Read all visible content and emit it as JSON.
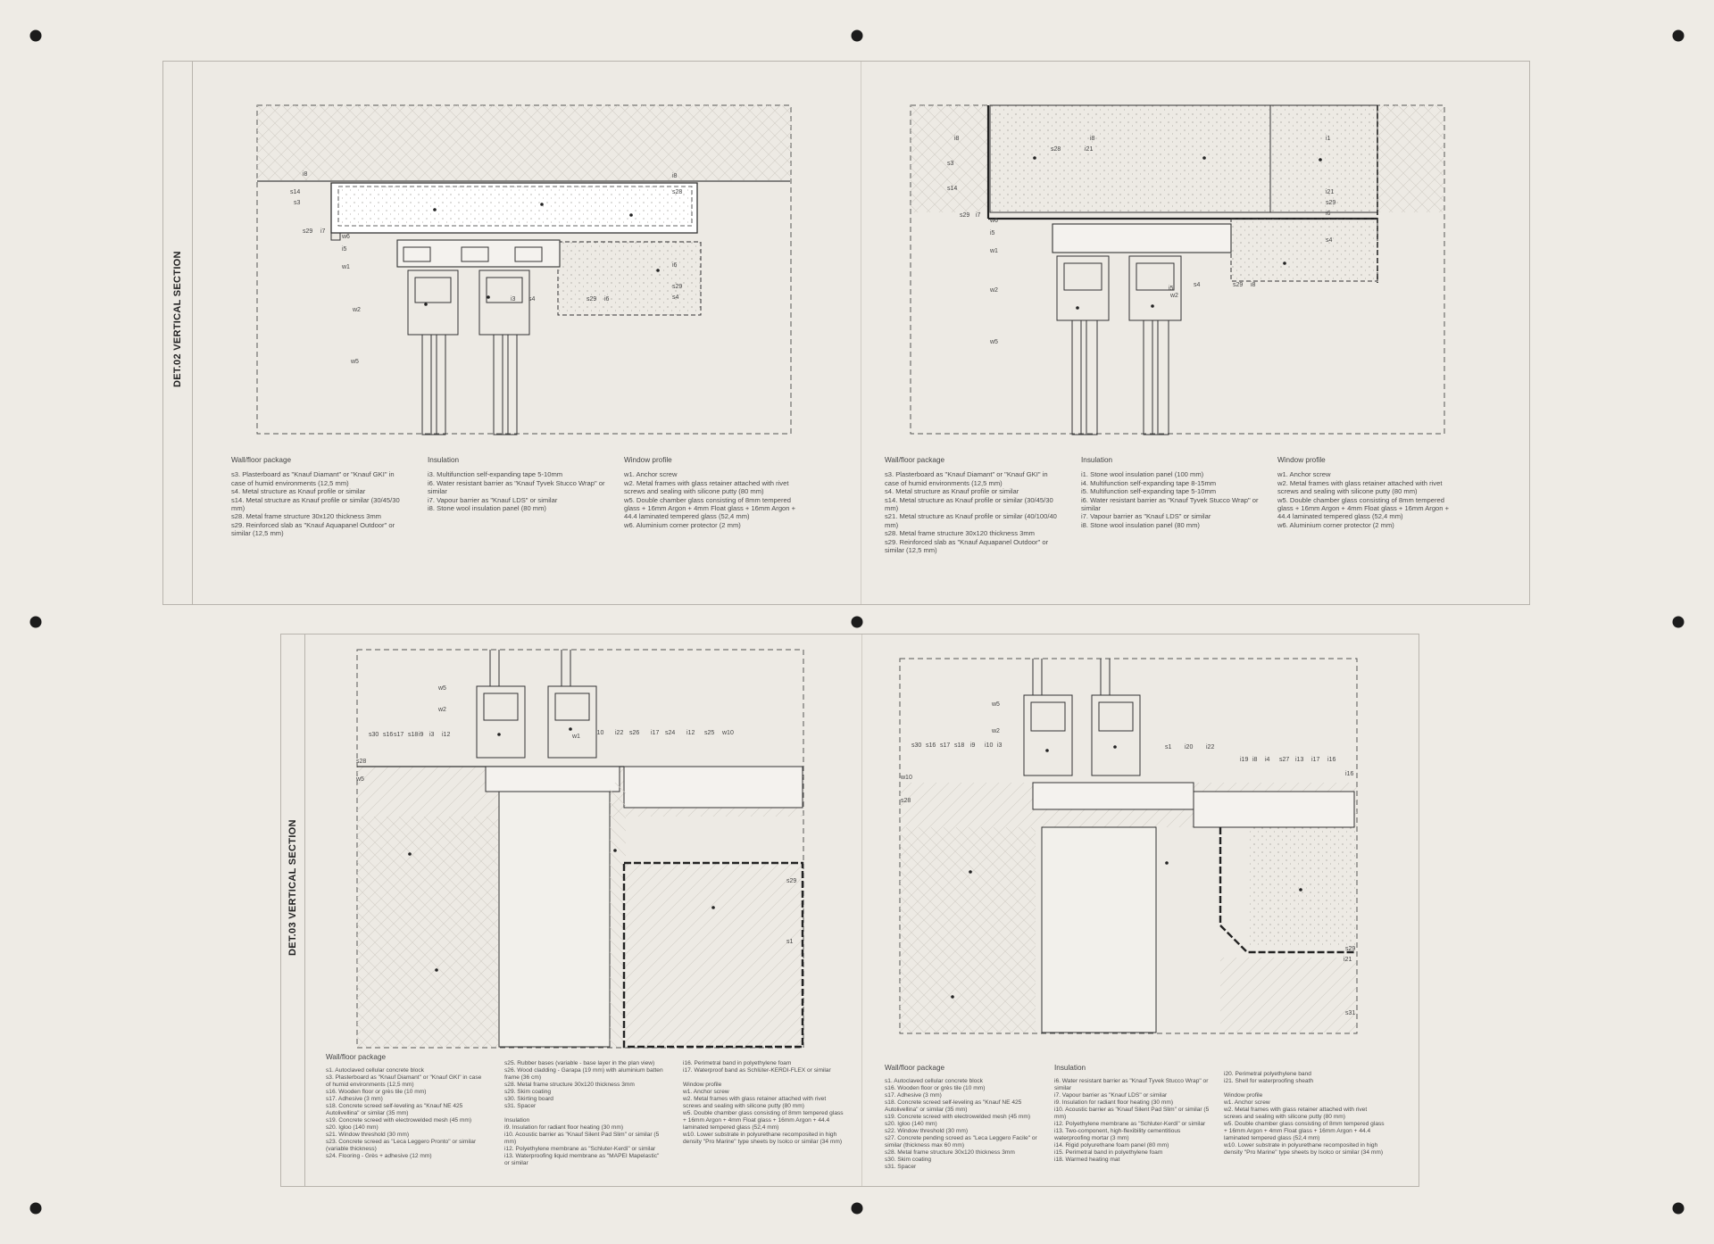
{
  "sheets": [
    {
      "title": "DET.02 VERTICAL SECTION",
      "drawings": [
        {
          "labels": [
            "i8",
            "s14",
            "s3",
            "s29",
            "i7",
            "w6",
            "i5",
            "w1",
            "w2",
            "w5",
            "i3",
            "s4",
            "s29",
            "i6",
            "i8",
            "s28",
            "i6",
            "s29",
            "s4"
          ],
          "legend": [
            {
              "heading": "Wall/floor package",
              "items": [
                "s3.    Plasterboard as \"Knauf Diamant\" or \"Knauf GKI\" in case of humid environments (12,5 mm)",
                "s4.    Metal structure as Knauf profile or similar",
                "s14.   Metal structure as Knauf profile or similar (30/45/30 mm)",
                "s28.   Metal frame structure 30x120 thickness 3mm",
                "s29.   Reinforced slab as \"Knauf Aquapanel Outdoor\" or similar (12,5 mm)"
              ]
            },
            {
              "heading": "Insulation",
              "items": [
                "i3.    Multifunction self-expanding tape 5-10mm",
                "i6.    Water resistant barrier as \"Knauf Tyvek Stucco Wrap\" or similar",
                "i7.    Vapour barrier as \"Knauf LDS\" or similar",
                "i8.    Stone wool insulation panel (80 mm)"
              ]
            },
            {
              "heading": "Window profile",
              "items": [
                "w1.    Anchor screw",
                "w2.    Metal frames with glass retainer attached with rivet screws and sealing with silicone putty (80 mm)",
                "w5.    Double chamber glass consisting of 8mm tempered glass + 16mm Argon + 4mm Float glass + 16mm Argon + 44.4 laminated tempered glass (52,4 mm)",
                "w6.    Aluminium corner protector (2 mm)"
              ]
            }
          ]
        },
        {
          "labels": [
            "i8",
            "s3",
            "s14",
            "s29",
            "i7",
            "w6",
            "i5",
            "w1",
            "w2",
            "w5",
            "s28",
            "i21",
            "i8",
            "i1",
            "i21",
            "s29",
            "i6",
            "s4",
            "i5",
            "w2",
            "s4",
            "s29",
            "i8"
          ],
          "legend": [
            {
              "heading": "Wall/floor package",
              "items": [
                "s3.    Plasterboard as \"Knauf Diamant\" or \"Knauf GKI\" in case of humid environments (12,5 mm)",
                "s4.    Metal structure as Knauf profile or similar",
                "s14.   Metal structure as Knauf profile or similar (30/45/30 mm)",
                "s21.   Metal structure as Knauf profile or similar (40/100/40 mm)",
                "s28.   Metal frame structure 30x120 thickness 3mm",
                "s29.   Reinforced slab as \"Knauf Aquapanel Outdoor\" or similar (12,5 mm)"
              ]
            },
            {
              "heading": "Insulation",
              "items": [
                "i1.    Stone wool insulation panel (100 mm)",
                "i4.    Multifunction self-expanding tape 8-15mm",
                "i5.    Multifunction self-expanding tape 5-10mm",
                "i6.    Water resistant barrier as \"Knauf Tyvek Stucco Wrap\" or similar",
                "i7.    Vapour barrier as \"Knauf LDS\" or similar",
                "i8.    Stone wool insulation panel (80 mm)"
              ]
            },
            {
              "heading": "Window profile",
              "items": [
                "w1.    Anchor screw",
                "w2.    Metal frames with glass retainer attached with rivet screws and sealing with silicone putty (80 mm)",
                "w5.    Double chamber glass consisting of 8mm tempered glass + 16mm Argon + 4mm Float glass + 16mm Argon + 44.4 laminated tempered glass (52,4 mm)",
                "w6.    Aluminium corner protector (2 mm)"
              ]
            }
          ]
        }
      ]
    },
    {
      "title": "DET.03 VERTICAL SECTION",
      "drawings": [
        {
          "labels": [
            "w5",
            "w2",
            "s30",
            "s16",
            "s17",
            "s18",
            "i9",
            "i3",
            "i12",
            "w1",
            "i10",
            "i22",
            "s26",
            "i17",
            "s24",
            "i12",
            "s25",
            "w10",
            "s28",
            "w5",
            "s29",
            "s1"
          ],
          "legend": [
            {
              "heading": "Wall/floor package",
              "items": [
                "s1.    Autoclaved cellular concrete block",
                "s3.    Plasterboard as \"Knauf Diamant\" or \"Knauf GKI\" in case of humid environments (12,5 mm)",
                "s16.   Wooden floor or grès tile (10 mm)",
                "s17.   Adhesive (3 mm)",
                "s18.   Concrete screed self-leveling as \"Knauf NE 425 Autolivellina\" or similar (35 mm)",
                "s19.   Concrete screed with electrowelded mesh (45 mm)",
                "s20.   Igloo (140 mm)",
                "s21.   Window threshold (30 mm)",
                "s23.   Concrete screed as \"Leca Leggero Pronto\" or similar (variable thickness)",
                "s24.   Flooring - Grès + adhesive (12 mm)"
              ]
            },
            {
              "heading": "",
              "items": [
                "s25.   Rubber bases (variable - base layer in the plan view)",
                "s26.   Wood cladding - Garapa (19 mm) with aluminium batten frame (36 cm)",
                "s28.   Metal frame structure 30x120 thickness 3mm",
                "s29.   Skim coating",
                "s30.   Skirting board",
                "s31.   Spacer",
                "",
                "Insulation",
                "i9.    Insulation for radiant floor heating (30 mm)",
                "i10.   Acoustic barrier as \"Knauf Silent Pad Slim\" or similar (5 mm)",
                "i12.   Polyethylene membrane as \"Schluter-Kerdi\" or similar",
                "i13.   Waterproofing liquid membrane as \"MAPEI Mapelastic\" or similar"
              ]
            },
            {
              "heading": "",
              "items": [
                "i16.   Perimetral band in polyethylene foam",
                "i17.   Waterproof band as Schlüter-KERDI-FLEX or similar",
                "",
                "Window profile",
                "w1.    Anchor screw",
                "w2.    Metal frames with glass retainer attached with rivet screws and sealing with silicone putty (80 mm)",
                "w5.    Double chamber glass consisting of 8mm tempered glass + 16mm Argon + 4mm Float glass + 16mm Argon + 44.4 laminated tempered glass (52,4 mm)",
                "w10.   Lower substrate in polyurethane recomposited in high density \"Pro Marine\" type sheets by Isolco or similar (34 mm)"
              ]
            }
          ]
        },
        {
          "labels": [
            "w5",
            "w2",
            "s30",
            "s16",
            "s17",
            "s18",
            "i9",
            "i10",
            "i3",
            "s1",
            "i20",
            "i22",
            "i19",
            "i8",
            "i4",
            "s27",
            "i13",
            "i17",
            "i16",
            "w10",
            "s28",
            "i16",
            "s29",
            "i21",
            "s31"
          ],
          "legend": [
            {
              "heading": "Wall/floor package",
              "items": [
                "s1.    Autoclaved cellular concrete block",
                "s16.   Wooden floor or grès tile (10 mm)",
                "s17.   Adhesive (3 mm)",
                "s18.   Concrete screed self-leveling as \"Knauf NE 425 Autolivellina\" or similar (35 mm)",
                "s19.   Concrete screed with electrowelded mesh (45 mm)",
                "s20.   Igloo (140 mm)",
                "s22.   Window threshold (30 mm)",
                "s27.   Concrete pending screed as \"Leca Leggero Facile\" or similar (thickness max 60 mm)",
                "s28.   Metal frame structure 30x120 thickness 3mm",
                "s30.   Skim coating",
                "s31.   Spacer"
              ]
            },
            {
              "heading": "Insulation",
              "items": [
                "i6.    Water resistant barrier as \"Knauf Tyvek Stucco Wrap\" or similar",
                "i7.    Vapour barrier as \"Knauf LDS\" or similar",
                "i9.    Insulation for radiant floor heating (30 mm)",
                "i10.   Acoustic barrier as \"Knauf Silent Pad Slim\" or similar (5 mm)",
                "i12.   Polyethylene membrane as \"Schluter-Kerdi\" or similar",
                "i13.   Two-component, high-flexibility cementitious waterproofing mortar (3 mm)",
                "i14.   Rigid polyurethane foam panel (80 mm)",
                "i15.   Perimetral band in polyethylene foam",
                "i18.   Warmed heating mat"
              ]
            },
            {
              "heading": "",
              "items": [
                "i20.   Perimetral polyethylene band",
                "i21.   Shell for waterproofing sheath",
                "",
                "Window profile",
                "w1.    Anchor screw",
                "w2.    Metal frames with glass retainer attached with rivet screws and sealing with silicone putty (80 mm)",
                "w5.    Double chamber glass consisting of 8mm tempered glass + 16mm Argon + 4mm Float glass + 16mm Argon + 44.4 laminated tempered glass (52,4 mm)",
                "w10.   Lower substrate in polyurethane recomposited in high density \"Pro Marine\" type sheets by Isolco or similar (34 mm)"
              ]
            }
          ]
        }
      ]
    }
  ]
}
